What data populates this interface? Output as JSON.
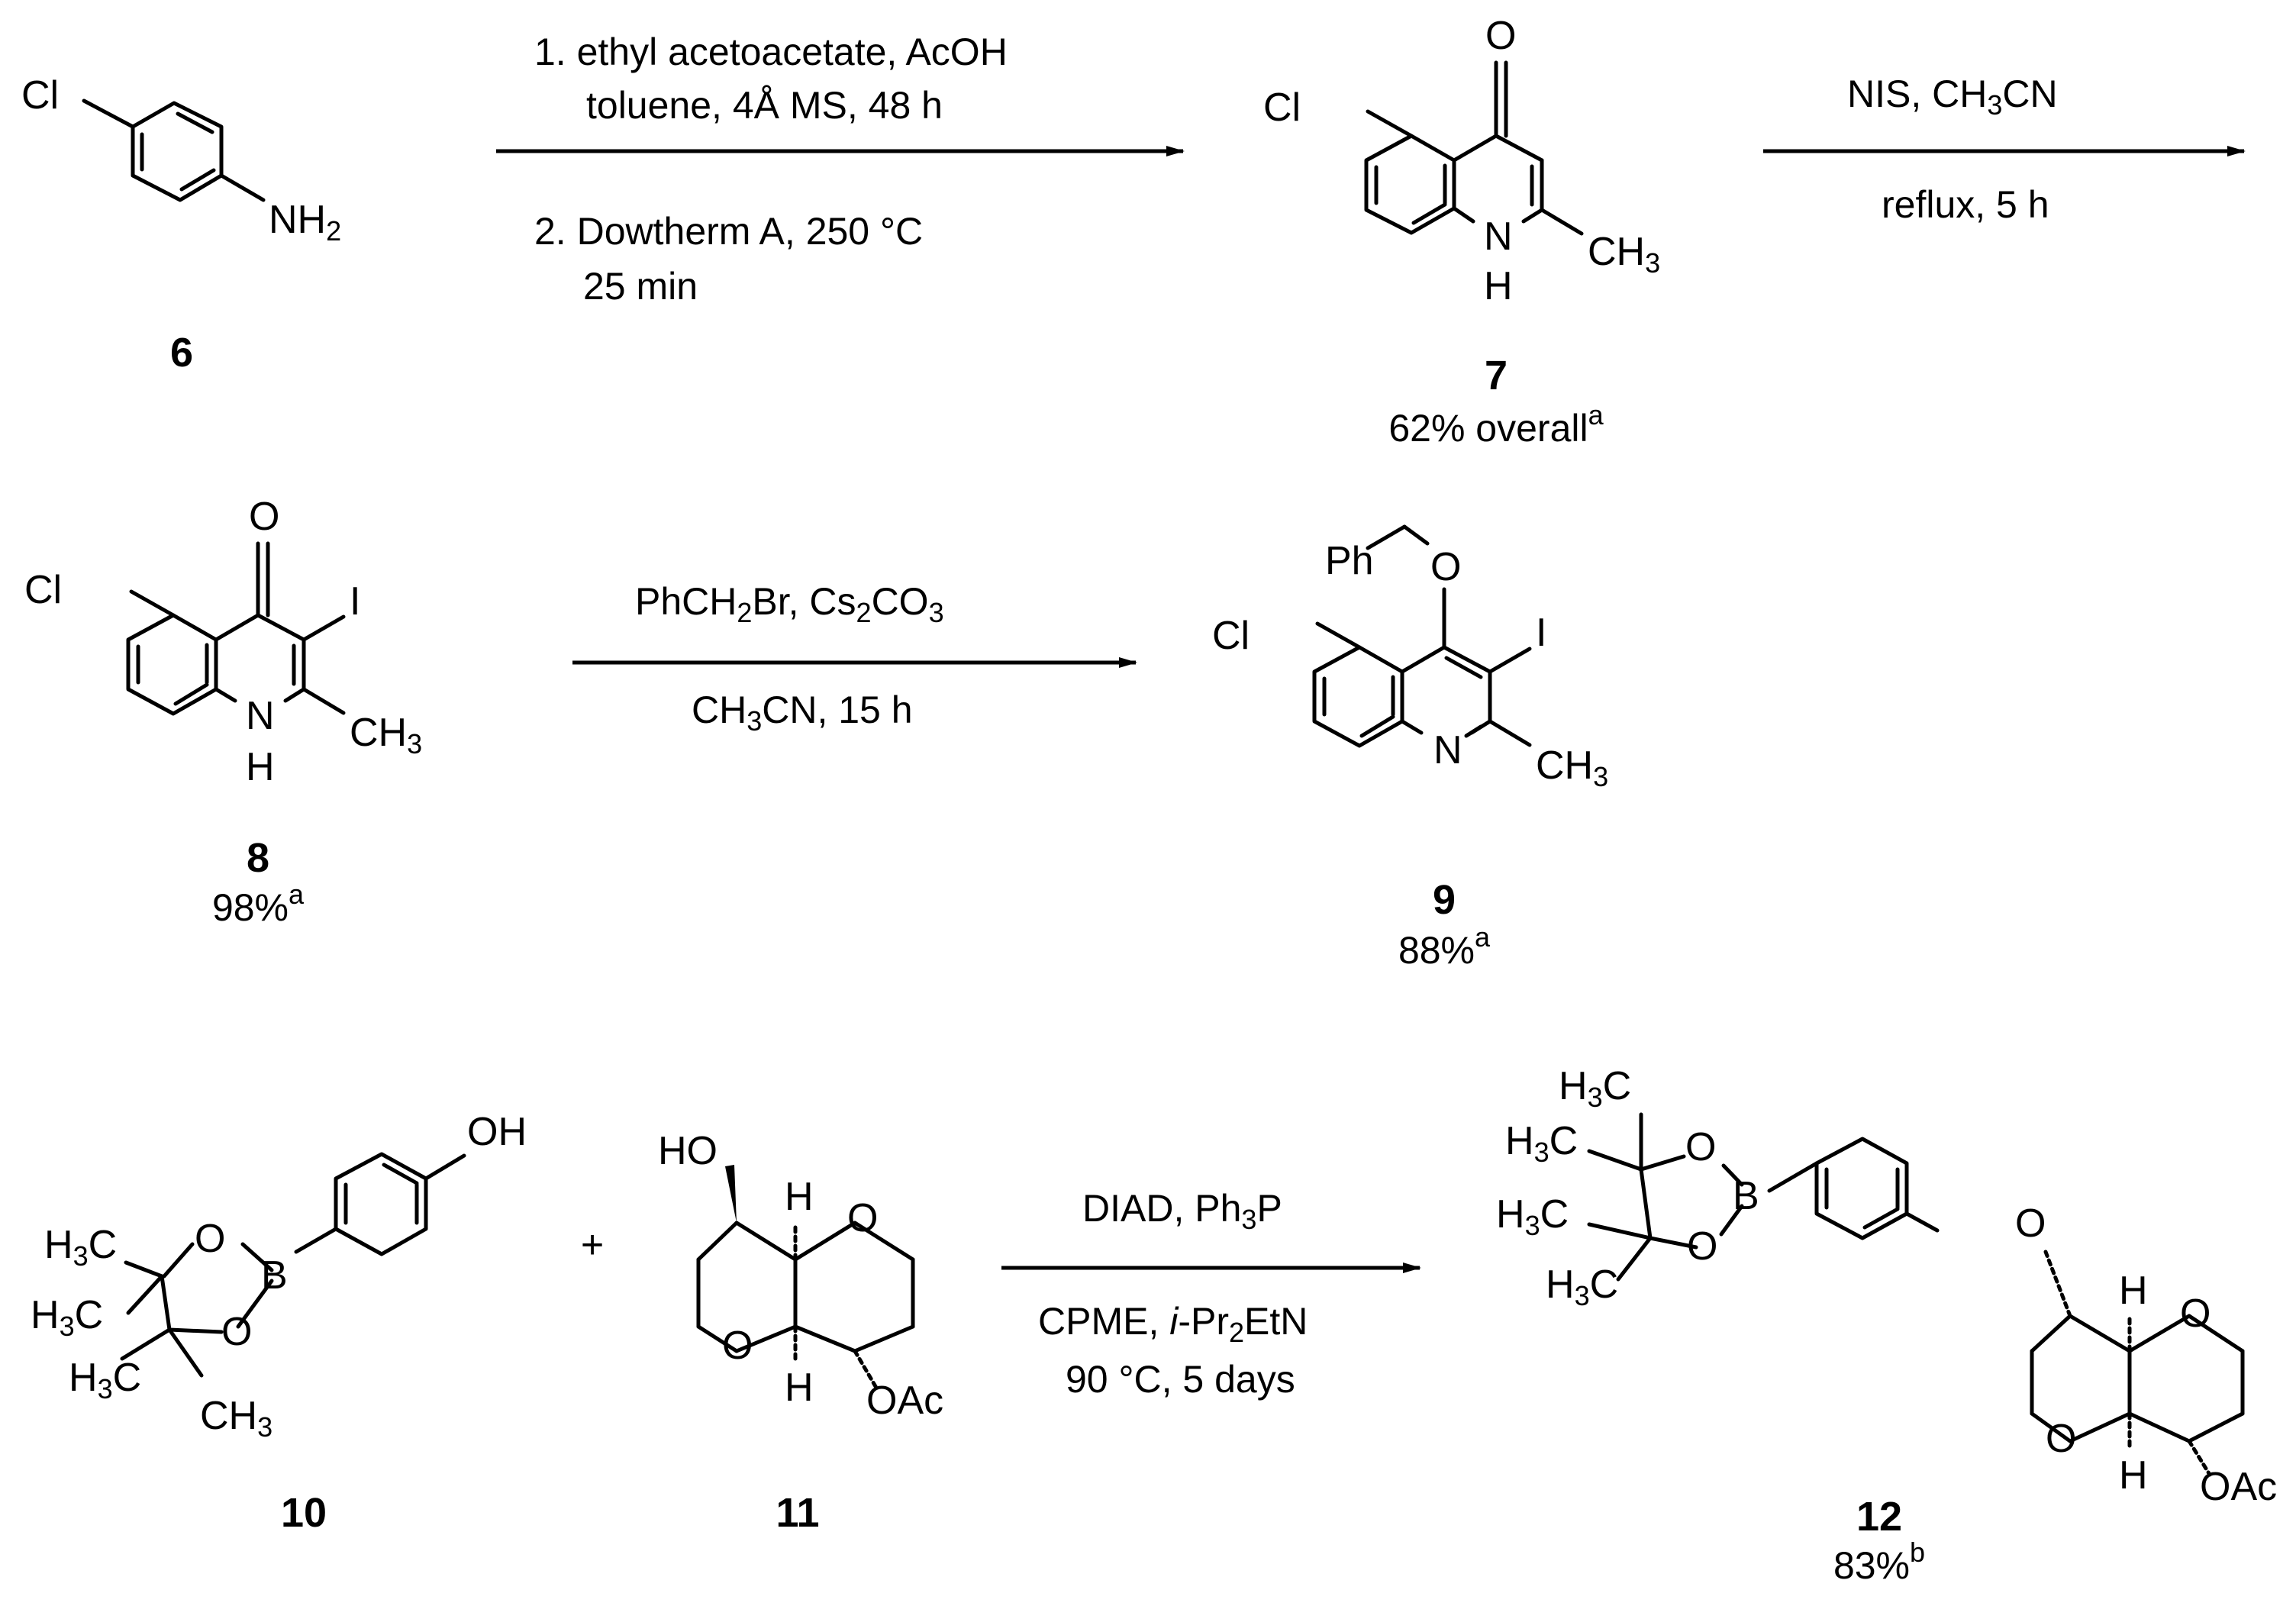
{
  "compounds": {
    "c6": {
      "number": "6",
      "labels": {
        "cl": "Cl",
        "nh": "NH",
        "nh_sub": "2"
      }
    },
    "c7": {
      "number": "7",
      "yield": "62% overall",
      "yield_sup": "a",
      "labels": {
        "cl": "Cl",
        "o": "O",
        "nh_n": "N",
        "nh_h": "H",
        "ch3_c": "CH",
        "ch3_sub": "3"
      }
    },
    "c8": {
      "number": "8",
      "yield": "98%",
      "yield_sup": "a",
      "labels": {
        "cl": "Cl",
        "o": "O",
        "i": "I",
        "nh_n": "N",
        "nh_h": "H",
        "ch3_c": "CH",
        "ch3_sub": "3"
      }
    },
    "c9": {
      "number": "9",
      "yield": "88%",
      "yield_sup": "a",
      "labels": {
        "ph": "Ph",
        "o": "O",
        "cl": "Cl",
        "i": "I",
        "n": "N",
        "ch3_c": "CH",
        "ch3_sub": "3"
      }
    },
    "c10": {
      "number": "10",
      "labels": {
        "oh": "OH",
        "o": "O",
        "b": "B",
        "h3c_h": "H",
        "h3c_sub": "3",
        "h3c_c": "C",
        "ch3_c": "CH",
        "ch3_sub": "3"
      }
    },
    "c11": {
      "number": "11",
      "labels": {
        "ho": "HO",
        "h": "H",
        "o": "O",
        "oac": "OAc"
      }
    },
    "c12": {
      "number": "12",
      "yield": "83%",
      "yield_sup": "b",
      "labels": {
        "h3c_h": "H",
        "h3c_sub": "3",
        "h3c_c": "C",
        "o": "O",
        "b": "B",
        "h": "H",
        "oac": "OAc"
      }
    }
  },
  "plus_sign": "+",
  "reactions": {
    "r1": {
      "above_1": "1. ethyl acetoacetate, AcOH",
      "above_2": "toluene, 4Å MS, 48 h",
      "below_1": "2. Dowtherm A, 250 °C",
      "below_2": "25 min"
    },
    "r2": {
      "above_a": "NIS, CH",
      "above_sub": "3",
      "above_b": "CN",
      "below": "reflux, 5 h"
    },
    "r3": {
      "above_a": "PhCH",
      "above_sub1": "2",
      "above_b": "Br, Cs",
      "above_sub2": "2",
      "above_c": "CO",
      "above_sub3": "3",
      "below_a": "CH",
      "below_sub": "3",
      "below_b": "CN, 15 h"
    },
    "r4": {
      "above_a": "DIAD, Ph",
      "above_sub": "3",
      "above_b": "P",
      "below1_a": "CPME, ",
      "below1_it": "i",
      "below1_b": "-Pr",
      "below1_sub": "2",
      "below1_c": "EtN",
      "below2": "90 °C, 5 days"
    }
  }
}
